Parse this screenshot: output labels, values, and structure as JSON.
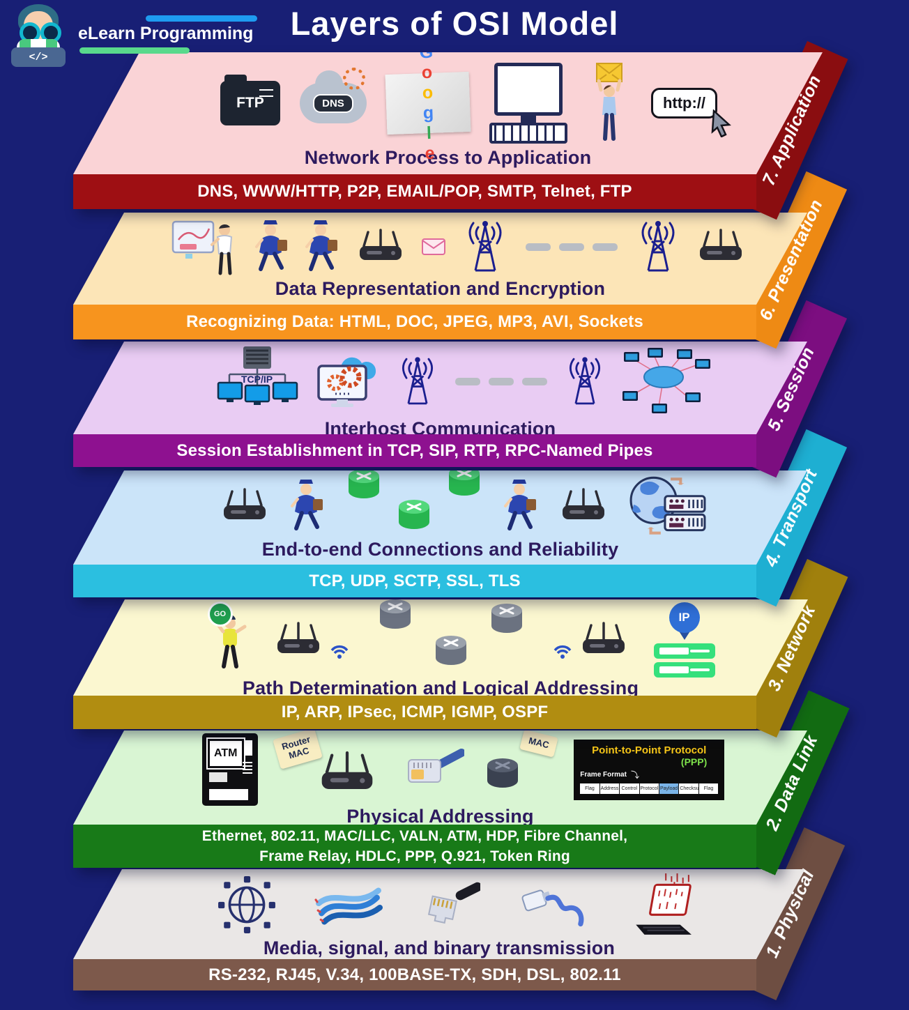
{
  "background_color": "#181F75",
  "title": "Layers of OSI Model",
  "logo": {
    "brand": "eLearn Programming",
    "code_symbol": "</>"
  },
  "layers": [
    {
      "side_label": "7. Application",
      "title": "Network Process to Application",
      "band": "DNS, WWW/HTTP, P2P, EMAIL/POP, SMTP, Telnet, FTP",
      "face_color": "#FAD3D6",
      "band_color": "#9E0F13",
      "ribbon_color": "#8A0D10",
      "icons": {
        "ftp": "FTP",
        "dns": "DNS",
        "google_letters": [
          "G",
          "o",
          "o",
          "g",
          "l",
          "e"
        ],
        "http": "http://"
      }
    },
    {
      "side_label": "6. Presentation",
      "title": "Data Representation and Encryption",
      "band": "Recognizing Data: HTML, DOC, JPEG, MP3, AVI, Sockets",
      "face_color": "#FCE5B7",
      "band_color": "#F7941E",
      "ribbon_color": "#EE8A14"
    },
    {
      "side_label": "5. Session",
      "title": "Interhost Communication",
      "band": "Session Establishment in TCP, SIP, RTP, RPC-Named Pipes",
      "face_color": "#E9CCF3",
      "band_color": "#8E1190",
      "ribbon_color": "#7C0E80",
      "icons": {
        "tcpip": "TCP/IP"
      }
    },
    {
      "side_label": "4. Transport",
      "title": "End-to-end Connections and Reliability",
      "band": "TCP, UDP, SCTP, SSL, TLS",
      "face_color": "#CBE4F9",
      "band_color": "#2BBFE0",
      "ribbon_color": "#1EAFD2"
    },
    {
      "side_label": "3. Network",
      "title": "Path Determination and Logical Addressing",
      "band": "IP, ARP, IPsec, ICMP, IGMP, OSPF",
      "face_color": "#FBF7D0",
      "band_color": "#B18D11",
      "ribbon_color": "#A0800D",
      "icons": {
        "go": "GO",
        "ip": "IP"
      }
    },
    {
      "side_label": "2. Data Link",
      "title": "Physical Addressing",
      "band_line1": "Ethernet, 802.11, MAC/LLC, VALN, ATM, HDP, Fibre Channel,",
      "band_line2": "Frame Relay, HDLC, PPP, Q.921, Token Ring",
      "face_color": "#D9F5D3",
      "band_color": "#187A18",
      "ribbon_color": "#126B12",
      "icons": {
        "atm": "ATM",
        "router_tag_line1": "Router",
        "router_tag_line2": "MAC",
        "mac_tag": "MAC"
      },
      "ppp": {
        "title": "Point-to-Point Protocol",
        "subtitle": "(PPP)",
        "frame_label": "Frame Format",
        "cells": [
          "Flag",
          "Address",
          "Control",
          "Protocol",
          "Payload",
          "Checksum",
          "Flag"
        ]
      }
    },
    {
      "side_label": "1. Physical",
      "title": "Media, signal, and binary transmission",
      "band": "RS-232, RJ45, V.34, 100BASE-TX, SDH, DSL, 802.11",
      "face_color": "#EAE7E6",
      "band_color": "#7D594B",
      "ribbon_color": "#6E4E42"
    }
  ]
}
